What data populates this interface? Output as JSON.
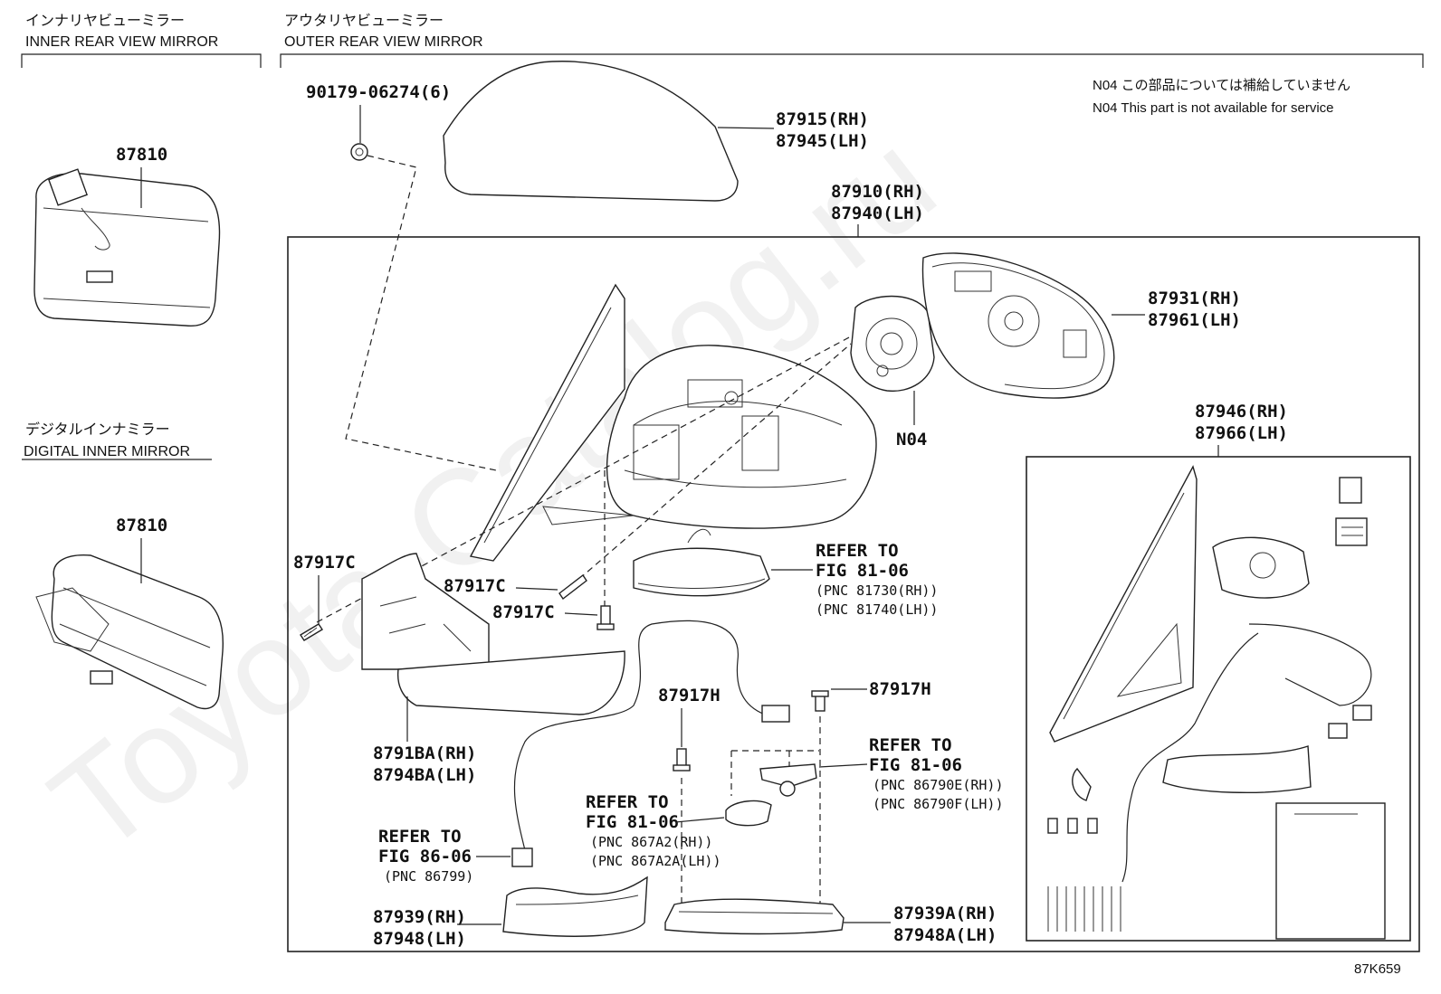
{
  "headers": {
    "inner_jp": "インナリヤビューミラー",
    "inner_en": "INNER REAR VIEW MIRROR",
    "outer_jp": "アウタリヤビューミラー",
    "outer_en": "OUTER REAR VIEW MIRROR",
    "digital_jp": "デジタルインナミラー",
    "digital_en": "DIGITAL INNER MIRROR"
  },
  "note": {
    "jp": "N04 この部品については補給していません",
    "en": "N04 This part is not available for service"
  },
  "labels": {
    "inner_mirror": "87810",
    "digital_mirror": "87810",
    "nut": "90179-06274(6)",
    "cover_rh": "87915(RH)",
    "cover_lh": "87945(LH)",
    "assy_rh": "87910(RH)",
    "assy_lh": "87940(LH)",
    "outer_rh": "87931(RH)",
    "outer_lh": "87961(LH)",
    "n04": "N04",
    "sub_rh": "87946(RH)",
    "sub_lh": "87966(LH)",
    "screw_c1": "87917C",
    "screw_c2": "87917C",
    "screw_c3": "87917C",
    "screw_h1": "87917H",
    "screw_h2": "87917H",
    "bracket_rh": "8791BA(RH)",
    "bracket_lh": "8794BA(LH)",
    "cover39_rh": "87939(RH)",
    "cover39_lh": "87948(LH)",
    "cover39a_rh": "87939A(RH)",
    "cover39a_lh": "87948A(LH)",
    "ref1_a": "REFER TO",
    "ref1_b": "FIG 81-06",
    "ref1_c": "(PNC 81730(RH))",
    "ref1_d": "(PNC 81740(LH))",
    "ref2_a": "REFER TO",
    "ref2_b": "FIG 81-06",
    "ref2_c": "(PNC 86790E(RH))",
    "ref2_d": "(PNC 86790F(LH))",
    "ref3_a": "REFER TO",
    "ref3_b": "FIG 81-06",
    "ref3_c": "(PNC 867A2(RH))",
    "ref3_d": "(PNC 867A2A(LH))",
    "ref4_a": "REFER TO",
    "ref4_b": "FIG 86-06",
    "ref4_c": "(PNC 86799)",
    "figure_code": "87K659",
    "watermark": "Toyota-Catalog.ru"
  }
}
